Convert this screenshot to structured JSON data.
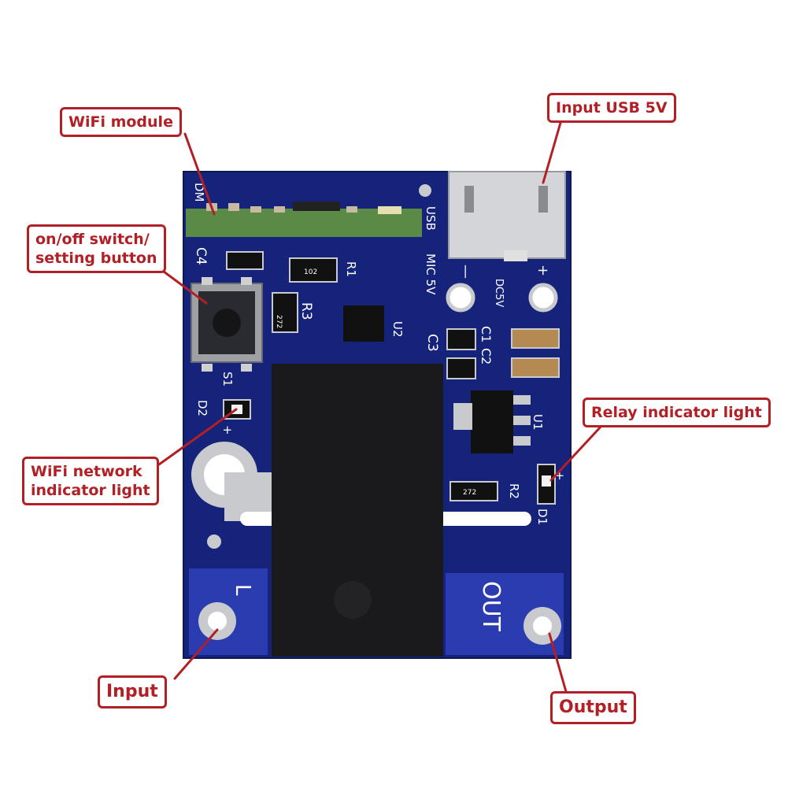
{
  "callouts": {
    "wifi_module": "WiFi module",
    "input_usb": "Input USB 5V",
    "switch_line1": "on/off switch/",
    "switch_line2": "setting button",
    "relay_light": "Relay indicator light",
    "wifi_network_line1": "WiFi network",
    "wifi_network_line2": "indicator light",
    "input": "Input",
    "output": "Output"
  },
  "silkscreen": {
    "dm": "DM",
    "usb": "USB",
    "mic": "MIC 5V",
    "dc5v": "DC5V",
    "minus": "—",
    "plus": "+",
    "c4": "C4",
    "r1": "R1",
    "r3": "R3",
    "r3_code": "272",
    "r1_code": "102",
    "u2": "U2",
    "c3": "C3",
    "c1": "C1",
    "c2": "C2",
    "s1": "S1",
    "d2": "D2",
    "d2_plus": "+",
    "u1": "U1",
    "r2": "R2",
    "r2_code": "272",
    "d1": "D1",
    "d1_plus": "+",
    "l": "L",
    "out": "OUT"
  },
  "colors": {
    "board": "#16237a",
    "callout": "#b21f25",
    "relay": "#1a1a1c",
    "pad": "#c9cace",
    "wifi_strip": "#5a8a45"
  }
}
